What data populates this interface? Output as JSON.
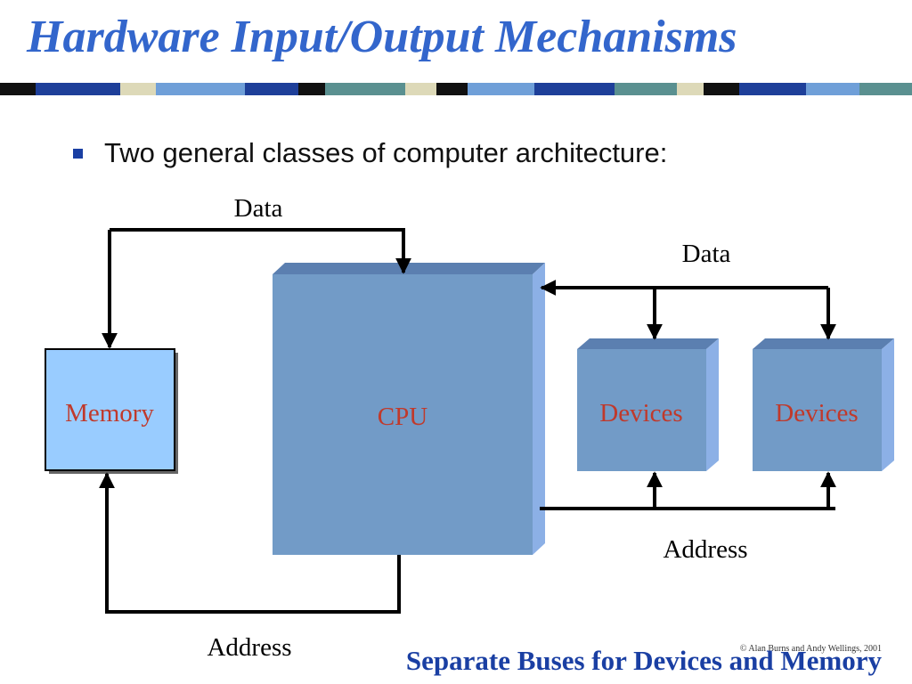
{
  "slide": {
    "title": "Hardware Input/Output Mechanisms",
    "bullet": "Two general classes of computer architecture:",
    "footer": "Separate Buses for Devices and Memory",
    "copyright": "© Alan Burns and Andy Wellings, 2001"
  },
  "diagram": {
    "memory_label": "Memory",
    "cpu_label": "CPU",
    "device1_label": "Devices",
    "device2_label": "Devices",
    "memory_data_bus_label": "Data",
    "memory_address_bus_label": "Address",
    "device_data_bus_label": "Data",
    "device_address_bus_label": "Address"
  },
  "colors": {
    "title": "#3366cc",
    "box_fill": "#729bc7",
    "memory_fill": "#99ccff",
    "box_label": "#c0392b",
    "footer": "#1a3fa3"
  }
}
